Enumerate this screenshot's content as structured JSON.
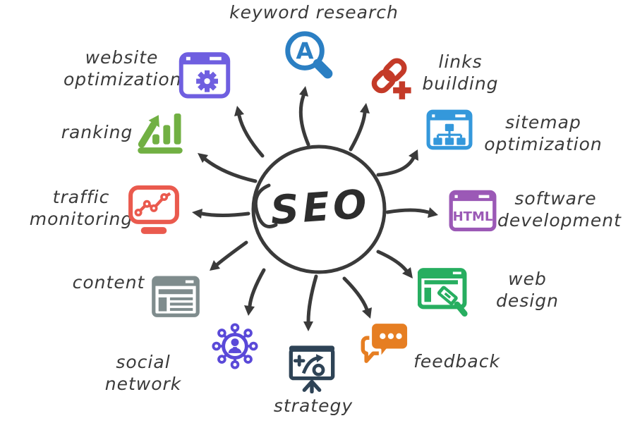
{
  "diagram": {
    "title_context": "SEO concept mind map",
    "center": {
      "label": "SEO",
      "color": "#2d2d2d"
    },
    "arrow_color": "#3a3a3a",
    "label_color": "#3a3a3a",
    "nodes": [
      {
        "id": "keyword-research",
        "label": "keyword research",
        "icon": "magnifier-a-icon",
        "color": "#2b7fc3",
        "icon_text": "A"
      },
      {
        "id": "links-building",
        "label": "links building",
        "icon": "chain-plus-icon",
        "color": "#c43a28"
      },
      {
        "id": "sitemap-optimization",
        "label": "sitemap optimization",
        "icon": "sitemap-window-icon",
        "color": "#3498db"
      },
      {
        "id": "software-development",
        "label": "software development",
        "icon": "html-window-icon",
        "color": "#9b59b6",
        "icon_text": "HTML"
      },
      {
        "id": "web-design",
        "label": "web design",
        "icon": "design-window-icon",
        "color": "#27ae60"
      },
      {
        "id": "feedback",
        "label": "feedback",
        "icon": "chat-bubbles-icon",
        "color": "#e67e22"
      },
      {
        "id": "strategy",
        "label": "strategy",
        "icon": "strategy-board-icon",
        "color": "#2e4356"
      },
      {
        "id": "social-network",
        "label": "social network",
        "icon": "network-person-icon",
        "color": "#5a49d8"
      },
      {
        "id": "content",
        "label": "content",
        "icon": "article-window-icon",
        "color": "#7f8c8d"
      },
      {
        "id": "traffic-monitoring",
        "label": "traffic monitoring",
        "icon": "monitor-chart-icon",
        "color": "#ea5a4e"
      },
      {
        "id": "ranking",
        "label": "ranking",
        "icon": "bar-chart-arrow-icon",
        "color": "#71b043"
      },
      {
        "id": "website-optimization",
        "label": "website optimization",
        "icon": "gear-window-icon",
        "color": "#6f5fe0"
      }
    ]
  }
}
